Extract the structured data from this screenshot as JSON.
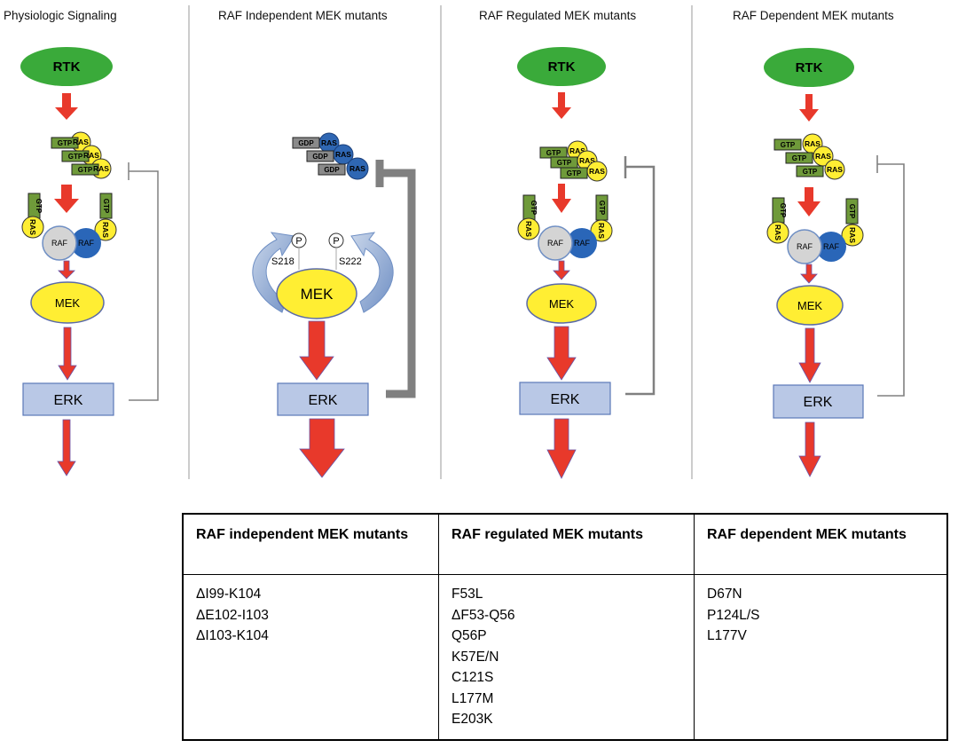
{
  "panels": [
    {
      "title": "Physiologic Signaling"
    },
    {
      "title": "RAF Independent MEK mutants"
    },
    {
      "title": "RAF Regulated MEK mutants"
    },
    {
      "title": "RAF Dependent MEK mutants"
    }
  ],
  "nodes": {
    "rtk": "RTK",
    "gtp": "GTP",
    "gdp": "GDP",
    "ras": "RAS",
    "raf": "RAF",
    "mek": "MEK",
    "erk": "ERK",
    "phospho": "P",
    "site_s218": "S218",
    "site_s222": "S222"
  },
  "colors": {
    "rtk": "#3aaa3a",
    "ras": "#ffee33",
    "gtp_box": "#6f9a3a",
    "gdp_box": "#8a8a8a",
    "ras_gdp": "#2f67b3",
    "raf_grey": "#d4d4d4",
    "raf_blue": "#2a66b8",
    "mek": "#ffee33",
    "erk": "#b9c8e6",
    "arrow": "#e8392b",
    "feedback": "#808080"
  },
  "table": {
    "columns": [
      {
        "header": "RAF independent MEK mutants",
        "items": [
          "ΔI99-K104",
          "ΔE102-I103",
          "ΔI103-K104"
        ]
      },
      {
        "header": "RAF regulated MEK mutants",
        "items": [
          "F53L",
          "ΔF53-Q56",
          "Q56P",
          "K57E/N",
          "C121S",
          "L177M",
          "E203K"
        ]
      },
      {
        "header": "RAF dependent MEK mutants",
        "items": [
          "D67N",
          "P124L/S",
          "L177V"
        ]
      }
    ]
  }
}
